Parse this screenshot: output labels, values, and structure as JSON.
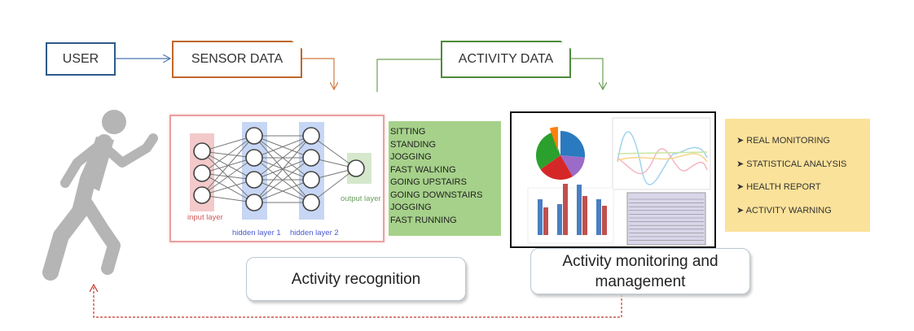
{
  "user_label": "USER",
  "sensor_data_label": "SENSOR DATA",
  "activity_data_label": "ACTIVITY DATA",
  "network": {
    "input_label": "input layer",
    "hidden1_label": "hidden layer 1",
    "hidden2_label": "hidden layer 2",
    "output_label": "output layer"
  },
  "activities": [
    "SITTING",
    "STANDING",
    "JOGGING",
    "FAST WALKING",
    "GOING UPSTAIRS",
    "GOING DOWNSTAIRS",
    "JOGGING",
    "FAST RUNNING"
  ],
  "features": [
    "REAL MONITORING",
    "STATISTICAL ANALYSIS",
    "HEALTH REPORT",
    "ACTIVITY WARNING"
  ],
  "bullet": "➤",
  "activity_recognition_label": "Activity recognition",
  "activity_monitoring_label": "Activity monitoring and management",
  "colors": {
    "user": "#2e5a8a",
    "sensor": "#c0662a",
    "activity": "#4e8a3a",
    "list_bg": "#a6d18a",
    "feature_bg": "#fbe29a",
    "feedback": "#c0392b"
  }
}
